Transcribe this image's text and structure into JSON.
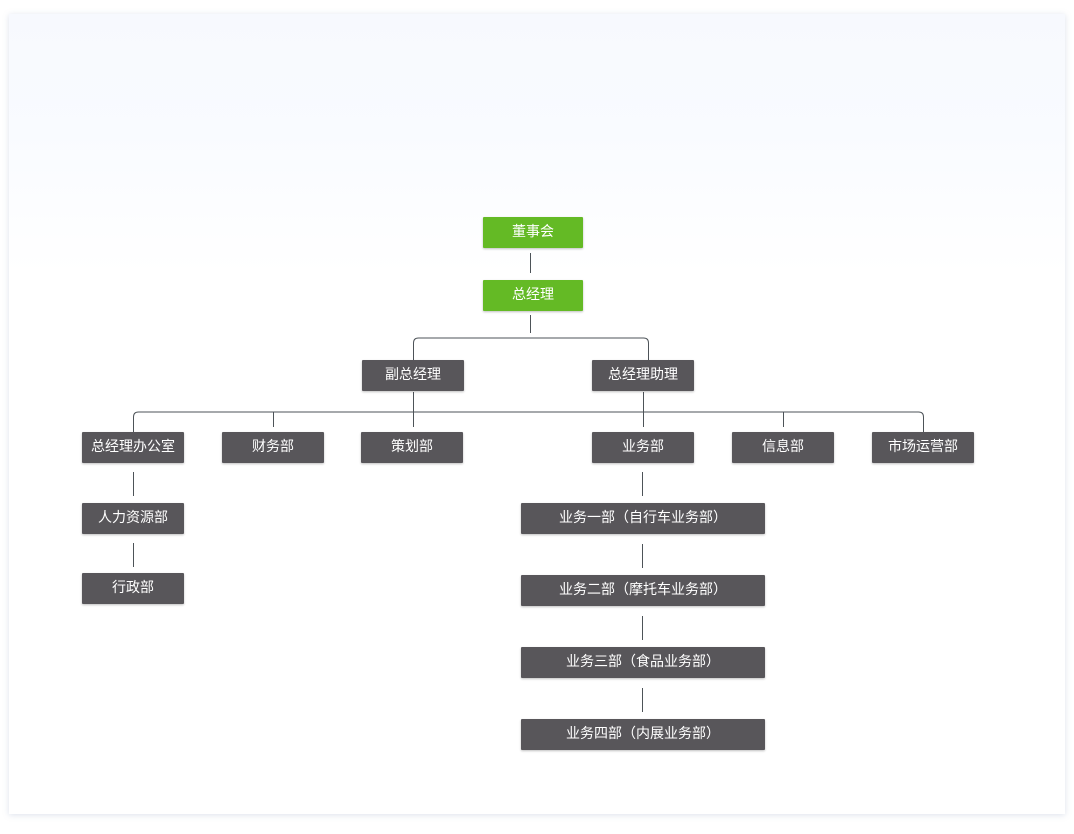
{
  "colors": {
    "top_level": "#64ba25",
    "department": "#58565a",
    "connector": "#4d5358"
  },
  "org": {
    "board": "董事会",
    "gm": "总经理",
    "deputy_gm": "副总经理",
    "gm_assistant": "总经理助理",
    "departments": {
      "gm_office": "总经理办公室",
      "finance": "财务部",
      "planning": "策划部",
      "business": "业务部",
      "information": "信息部",
      "marketing": "市场运营部"
    },
    "gm_office_children": {
      "hr": "人力资源部",
      "admin": "行政部"
    },
    "business_children": {
      "div1": "业务一部（自行车业务部）",
      "div2": "业务二部（摩托车业务部）",
      "div3": "业务三部（食品业务部）",
      "div4": "业务四部（内展业务部）"
    }
  }
}
